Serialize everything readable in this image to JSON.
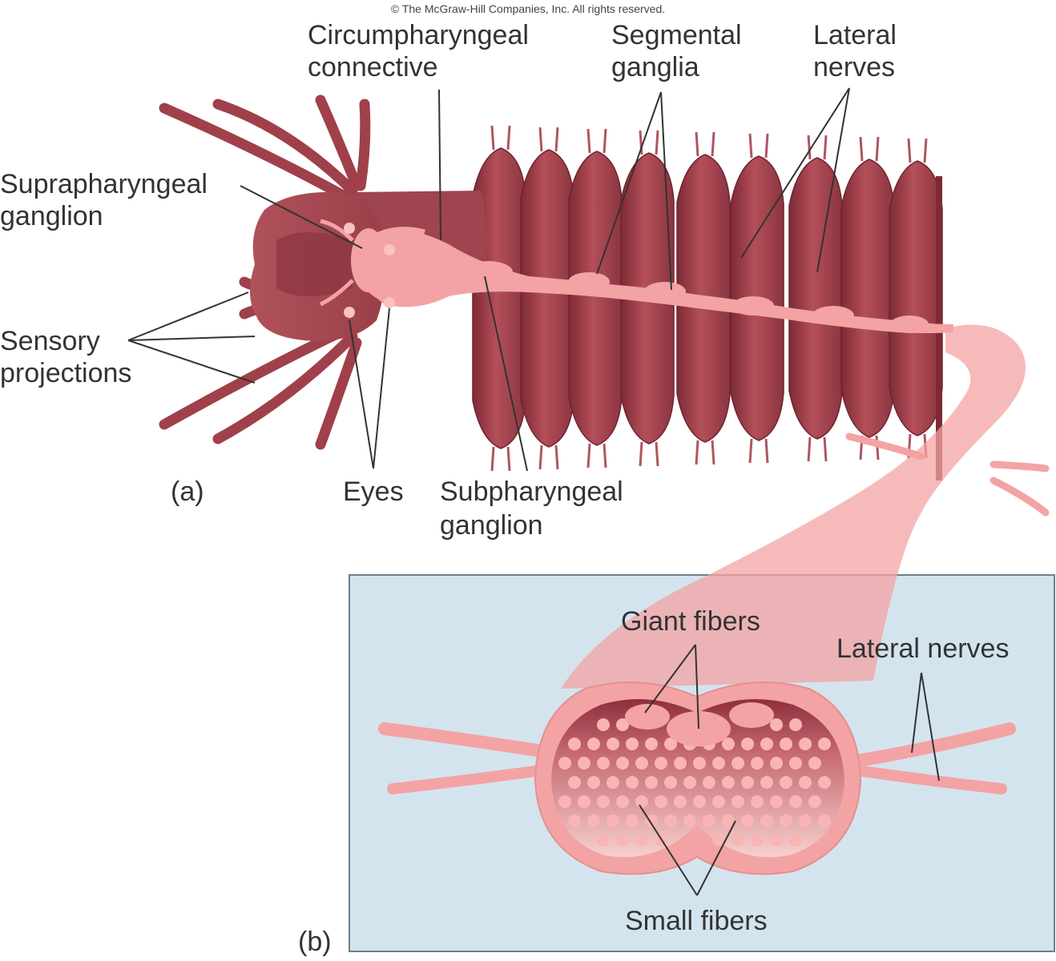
{
  "copyright": "© The McGraw-Hill Companies, Inc. All rights reserved.",
  "panel_a": {
    "tag": "(a)",
    "labels": {
      "circumpharyngeal_1": "Circumpharyngeal",
      "circumpharyngeal_2": "connective",
      "segmental_1": "Segmental",
      "segmental_2": "ganglia",
      "lateral_1": "Lateral",
      "lateral_2": "nerves",
      "supra_1": "Suprapharyngeal",
      "supra_2": "ganglion",
      "sensory_1": "Sensory",
      "sensory_2": "projections",
      "eyes": "Eyes",
      "sub_1": "Subpharyngeal",
      "sub_2": "ganglion"
    }
  },
  "panel_b": {
    "tag": "(b)",
    "labels": {
      "giant": "Giant fibers",
      "lateral": "Lateral nerves",
      "small": "Small fibers"
    }
  },
  "colors": {
    "body": "#a8444e",
    "body_dark": "#7e2a35",
    "body_light": "#c9727a",
    "nerve": "#f3a3a3",
    "nerve_light": "#f8c3c0",
    "panel_bg": "#d4e4ee",
    "panel_border": "#6f7f8a",
    "label": "#333333"
  }
}
